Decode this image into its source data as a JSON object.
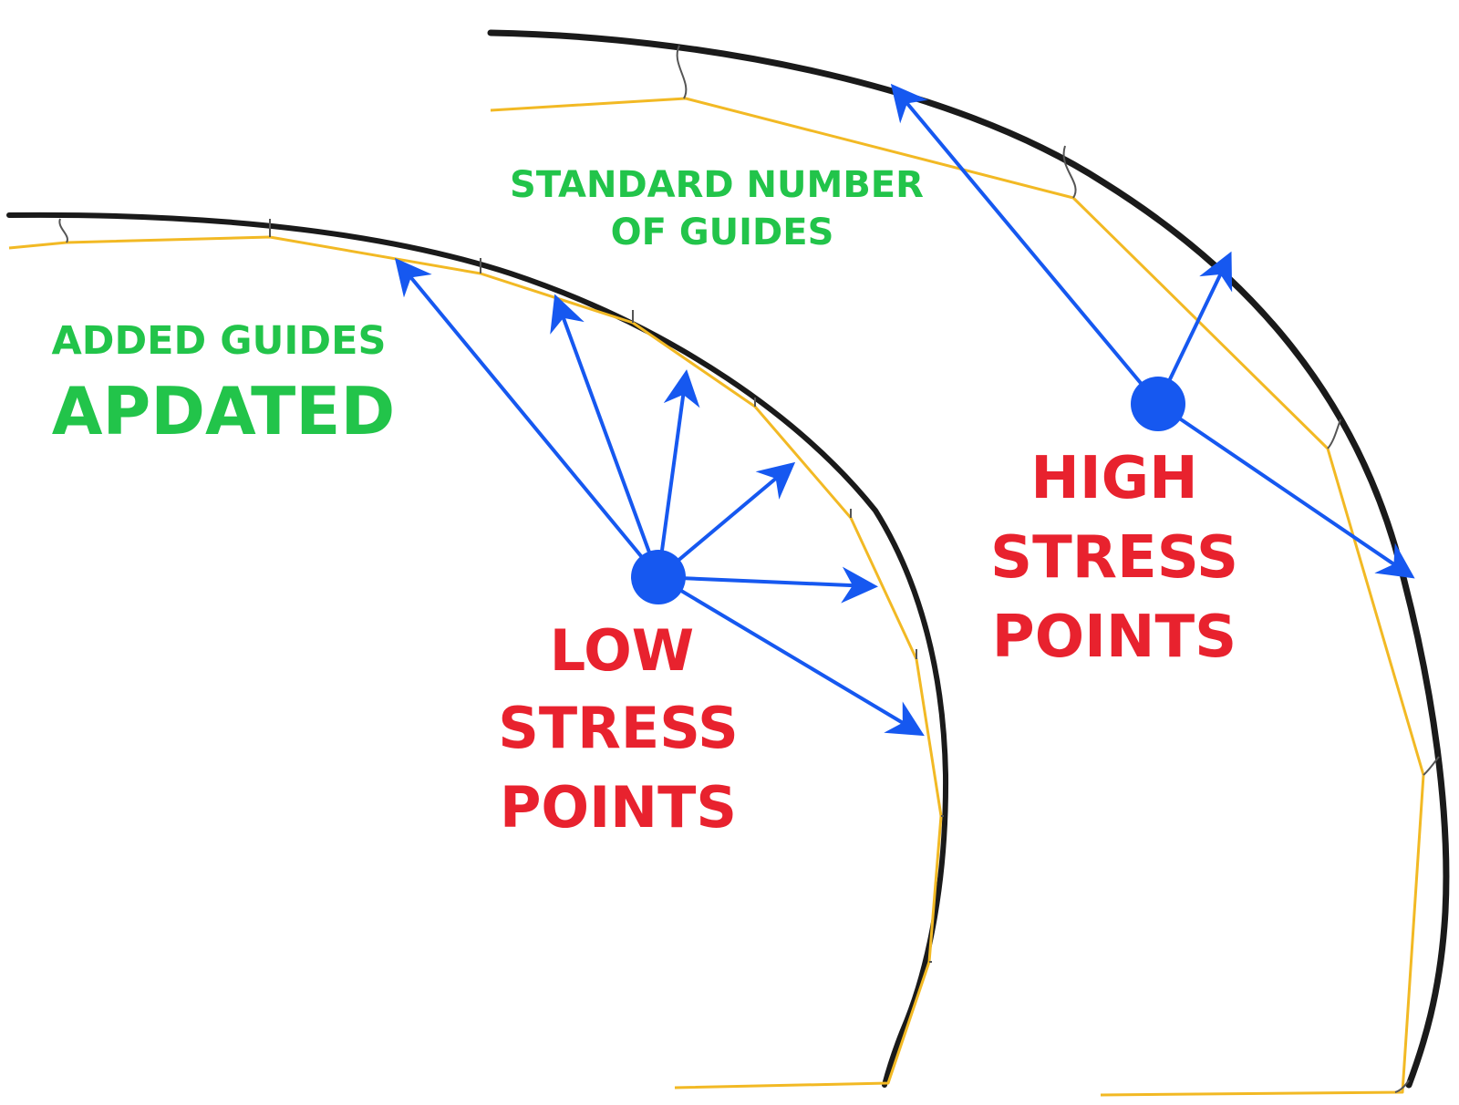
{
  "labels": {
    "standard_line1": "STANDARD NUMBER",
    "standard_line2": "OF GUIDES",
    "added_line1": "ADDED GUIDES",
    "added_line2": "APDATED",
    "low_line1": "LOW",
    "low_line2": "STRESS",
    "low_line3": "POINTS",
    "high_line1": "HIGH",
    "high_line2": "STRESS",
    "high_line3": "POINTS"
  },
  "colors": {
    "green_text": "#22c44a",
    "red_text": "#e8222e",
    "arrow_blue": "#1658f0",
    "fishing_line": "#f2b924",
    "rod": "#1a1a1a"
  }
}
